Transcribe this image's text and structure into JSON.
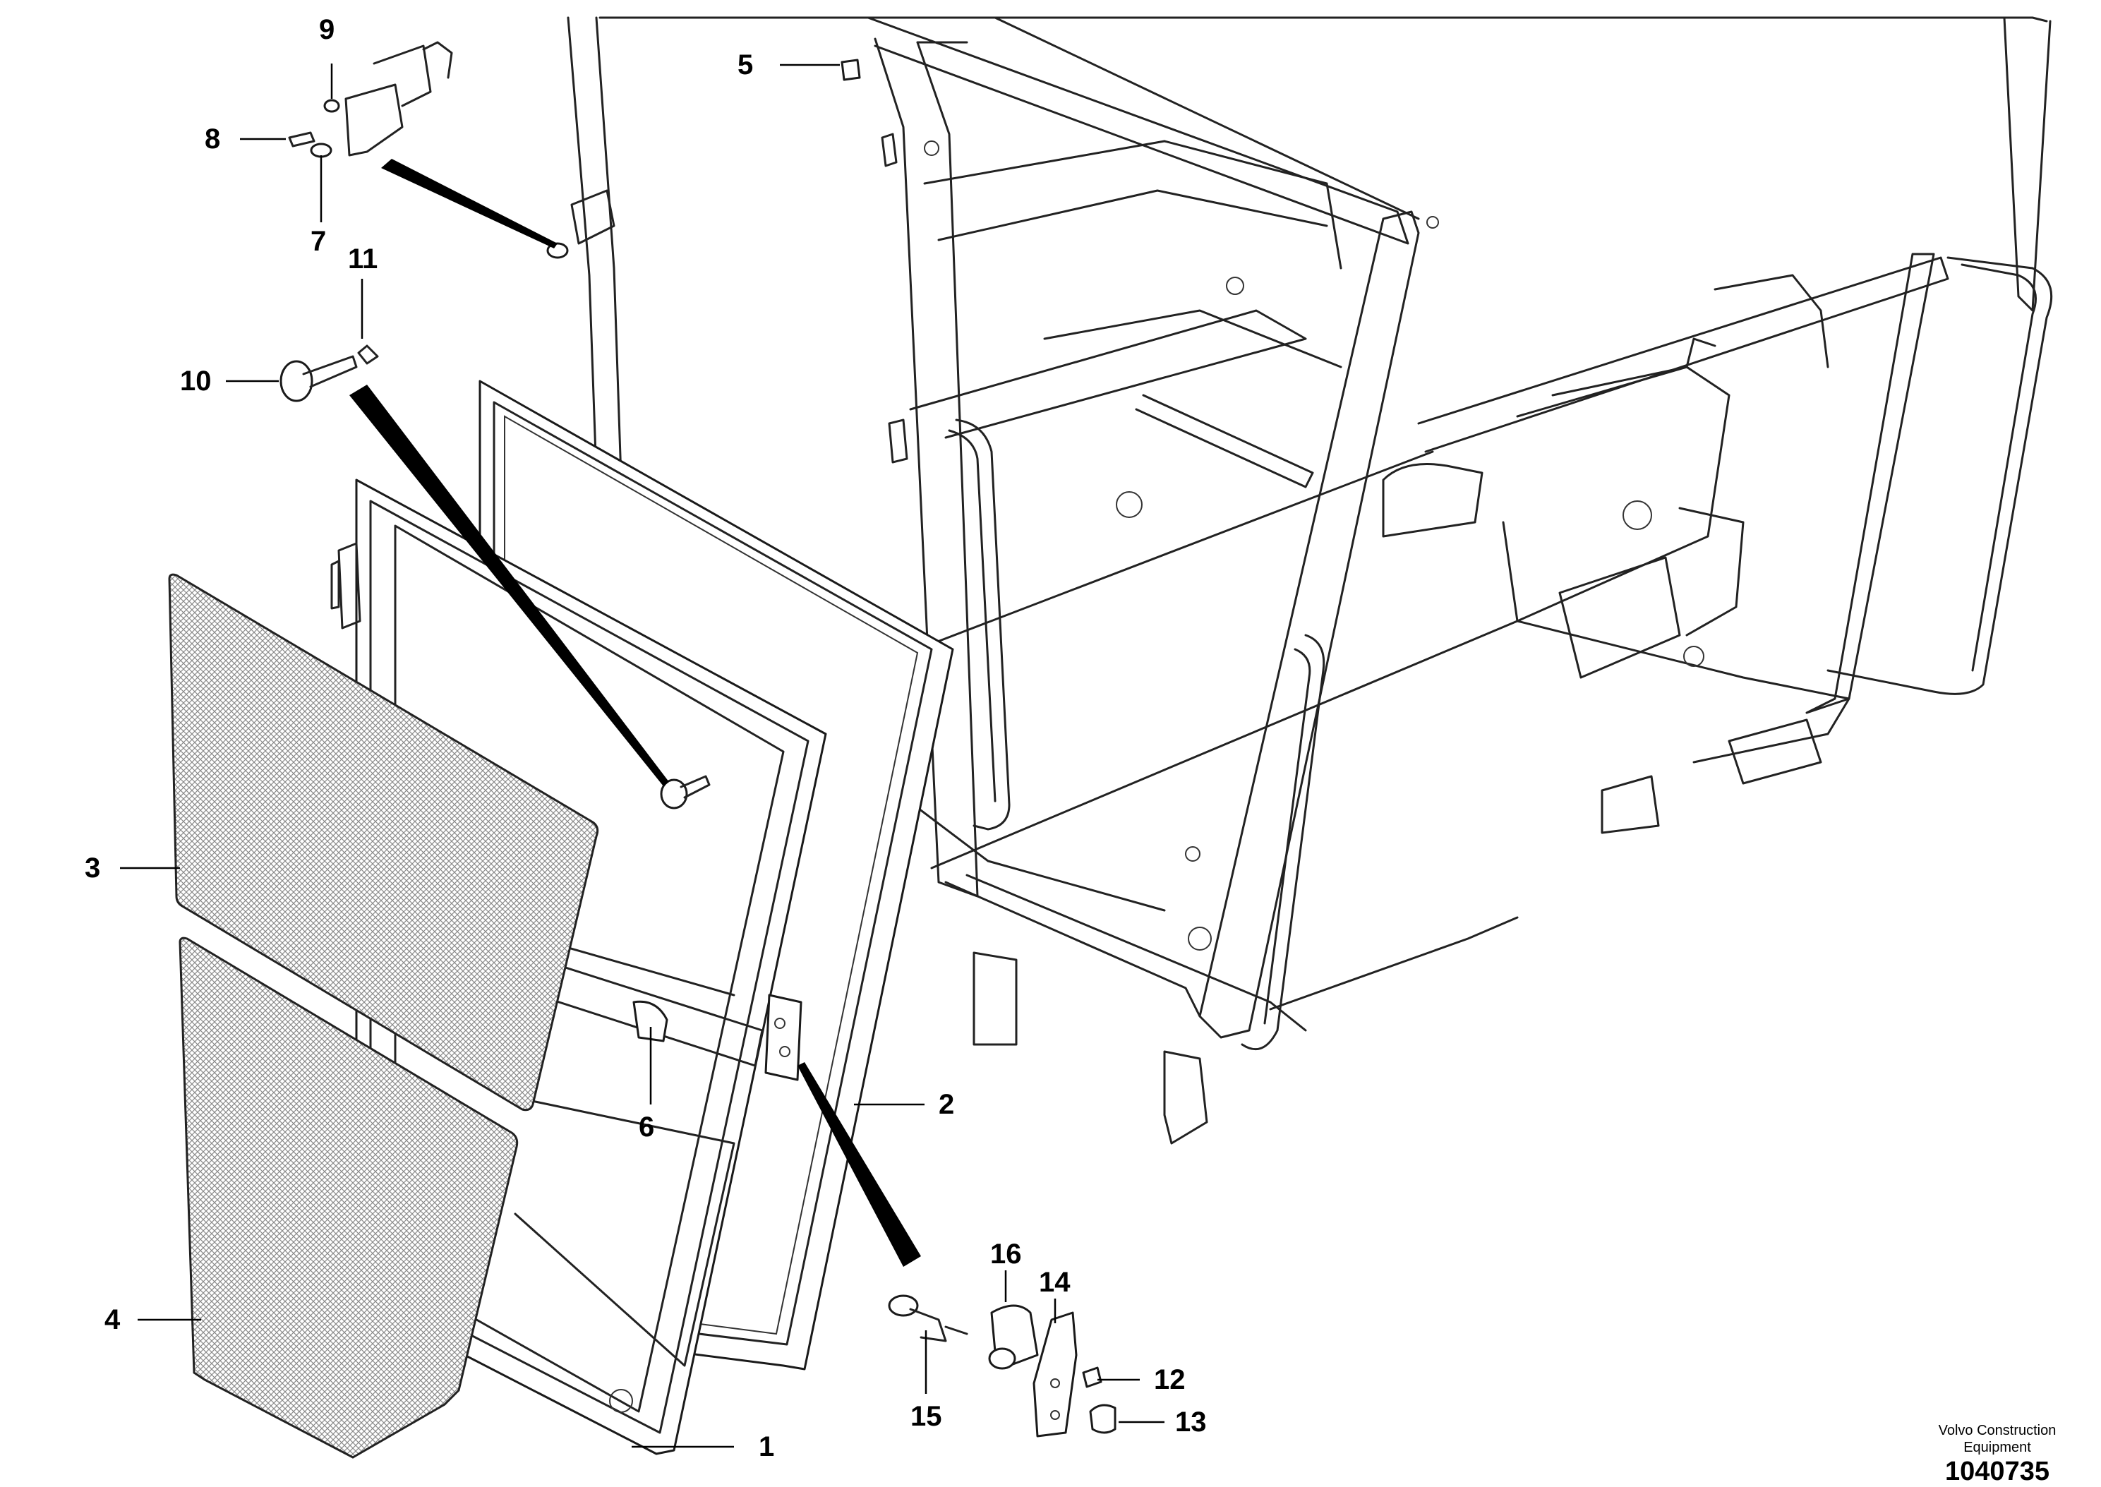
{
  "callouts": {
    "c1": "1",
    "c2": "2",
    "c3": "3",
    "c4": "4",
    "c5": "5",
    "c6": "6",
    "c7": "7",
    "c8": "8",
    "c9": "9",
    "c10": "10",
    "c11": "11",
    "c12": "12",
    "c13": "13",
    "c14": "14",
    "c15": "15",
    "c16": "16"
  },
  "credit": {
    "line1": "Volvo Construction",
    "line2": "Equipment",
    "figure_number": "1040735"
  },
  "colors": {
    "ink": "#000000",
    "mesh": "#8a8a8a",
    "paper": "#ffffff"
  }
}
